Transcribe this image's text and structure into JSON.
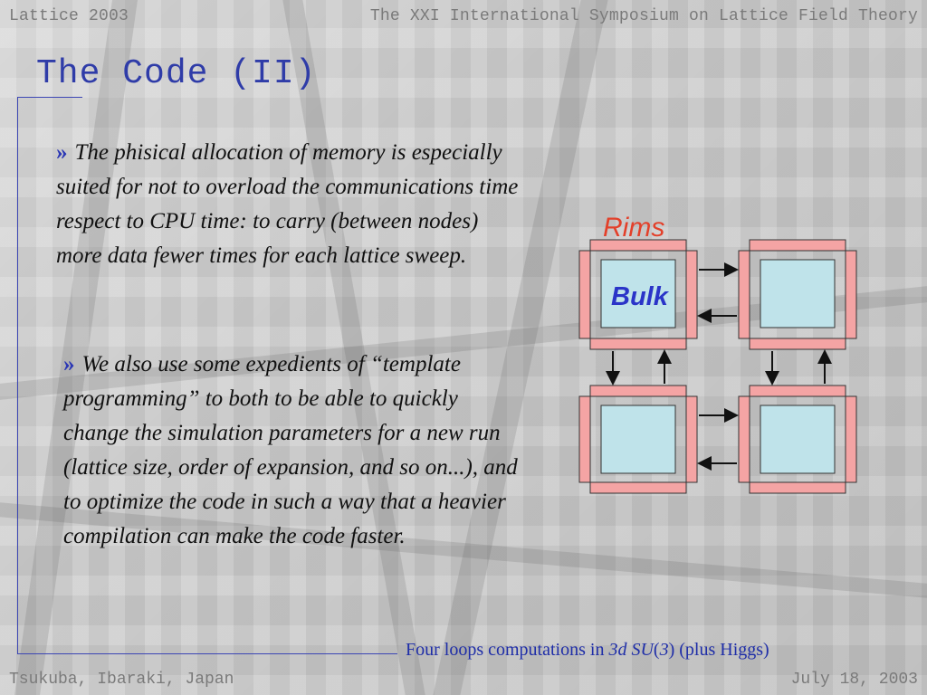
{
  "header": {
    "left": "Lattice 2003",
    "right": "The XXI International Symposium on Lattice Field Theory"
  },
  "footer": {
    "left": "Tsukuba, Ibaraki, Japan",
    "right": "July 18, 2003"
  },
  "slide": {
    "title": "The Code (II)",
    "bullet_symbol": "»",
    "paragraph1": "The phisical allocation of memory is especially suited  for not to overload the communications time respect to CPU time: to carry (between nodes) more data fewer times for each lattice sweep.",
    "paragraph2": "We also use some expedients of “template programming” to both to be able to quickly change the simulation parameters for a new run (lattice size, order of expansion, and so on...), and to optimize the code in such a way that a heavier compilation can make the code faster.",
    "caption_pre": "Four loops computations in ",
    "caption_em": "3d SU",
    "caption_paren_open": "(",
    "caption_em2": "3",
    "caption_paren_close": ")",
    "caption_post": " (plus Higgs)"
  },
  "diagram": {
    "rims_label": "Rims",
    "bulk_label": "Bulk",
    "colors": {
      "rim": "#f4a4a4",
      "rim_stroke": "#333333",
      "bulk": "#bfe3ea",
      "rims_label": "#e3402a",
      "bulk_label": "#2a34c8"
    }
  }
}
